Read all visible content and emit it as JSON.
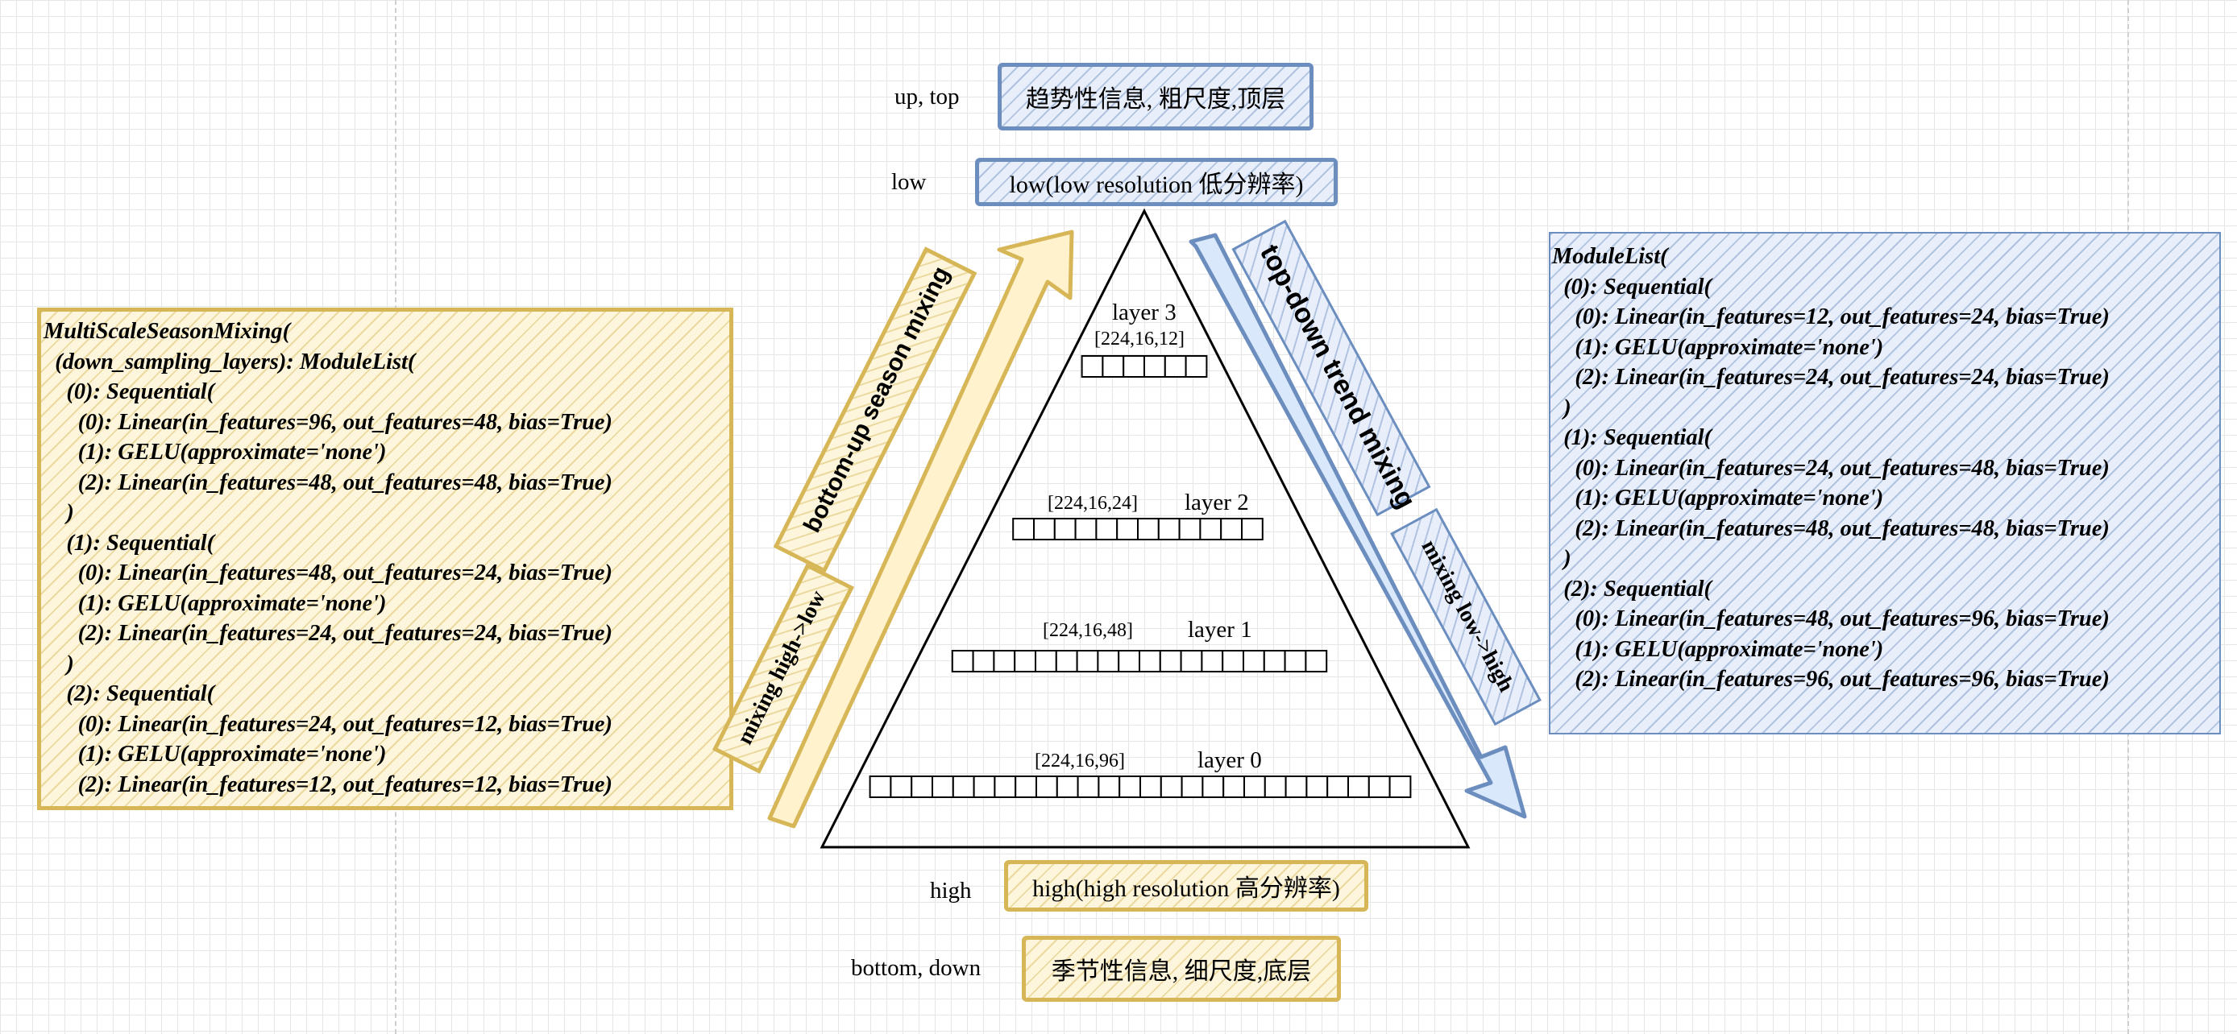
{
  "top_labels": {
    "up_top": "up, top",
    "trend_box": "趋势性信息, 粗尺度,顶层",
    "low": "low",
    "low_box": "low(low resolution 低分辨率)"
  },
  "bottom_labels": {
    "high": "high",
    "high_box": "high(high resolution 高分辨率)",
    "bottom_down": "bottom, down",
    "season_box": "季节性信息, 细尺度,底层"
  },
  "arrows": {
    "bottom_up": "bottom-up season mixing",
    "mixing_high_low": "mixing high->low",
    "top_down": "top-down trend mixing",
    "mixing_low_high": "mixing low->high"
  },
  "layers": [
    {
      "name": "layer 3",
      "shape": "[224,16,12]",
      "cells": 6
    },
    {
      "name": "layer 2",
      "shape": "[224,16,24]",
      "cells": 12
    },
    {
      "name": "layer 1",
      "shape": "[224,16,48]",
      "cells": 18
    },
    {
      "name": "layer 0",
      "shape": "[224,16,96]",
      "cells": 26
    }
  ],
  "left_code": [
    "MultiScaleSeasonMixing(",
    "  (down_sampling_layers): ModuleList(",
    "    (0): Sequential(",
    "      (0): Linear(in_features=96, out_features=48, bias=True)",
    "      (1): GELU(approximate='none')",
    "      (2): Linear(in_features=48, out_features=48, bias=True)",
    "    )",
    "    (1): Sequential(",
    "      (0): Linear(in_features=48, out_features=24, bias=True)",
    "      (1): GELU(approximate='none')",
    "      (2): Linear(in_features=24, out_features=24, bias=True)",
    "    )",
    "    (2): Sequential(",
    "      (0): Linear(in_features=24, out_features=12, bias=True)",
    "      (1): GELU(approximate='none')",
    "      (2): Linear(in_features=12, out_features=12, bias=True)"
  ],
  "right_code": [
    "ModuleList(",
    "  (0): Sequential(",
    "    (0): Linear(in_features=12, out_features=24, bias=True)",
    "    (1): GELU(approximate='none')",
    "    (2): Linear(in_features=24, out_features=24, bias=True)",
    "  )",
    "  (1): Sequential(",
    "    (0): Linear(in_features=24, out_features=48, bias=True)",
    "    (1): GELU(approximate='none')",
    "    (2): Linear(in_features=48, out_features=48, bias=True)",
    "  )",
    "  (2): Sequential(",
    "    (0): Linear(in_features=48, out_features=96, bias=True)",
    "    (1): GELU(approximate='none')",
    "    (2): Linear(in_features=96, out_features=96, bias=True)"
  ],
  "colors": {
    "yellow_stroke": "#d6b656",
    "yellow_fill": "#fff2cc",
    "blue_stroke": "#6c8ebf",
    "blue_fill": "#dae8fc"
  }
}
